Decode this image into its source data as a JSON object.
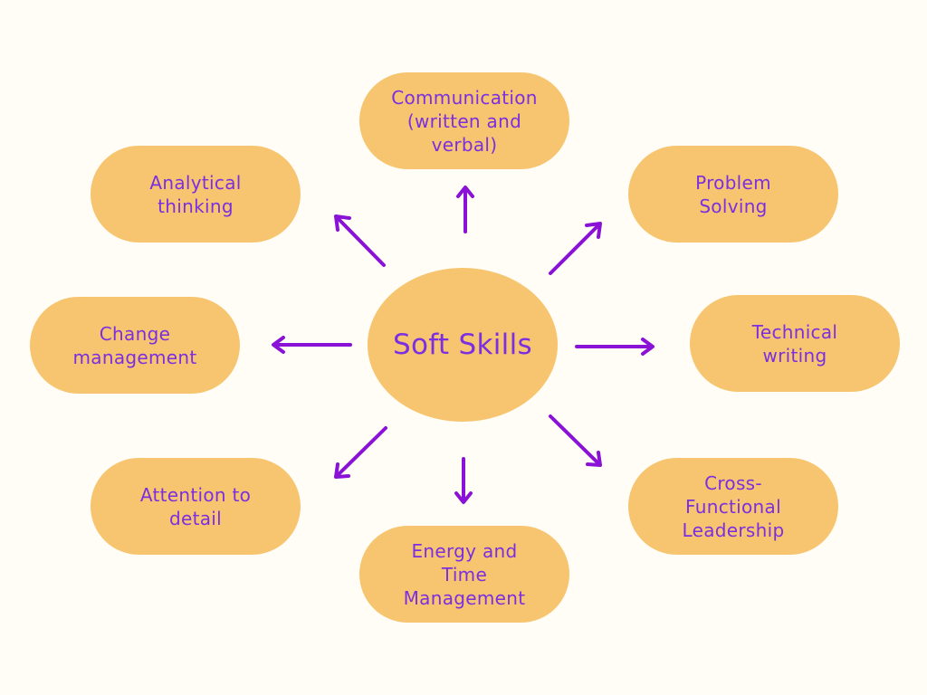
{
  "center": {
    "label": "Soft Skills"
  },
  "skills": [
    {
      "id": "communication",
      "label": "Communication\n(written and\nverbal)"
    },
    {
      "id": "problem-solving",
      "label": "Problem\nSolving"
    },
    {
      "id": "technical-writing",
      "label": "Technical\nwriting"
    },
    {
      "id": "cross-functional-leadership",
      "label": "Cross-\nFunctional\nLeadership"
    },
    {
      "id": "energy-time-management",
      "label": "Energy and\nTime\nManagement"
    },
    {
      "id": "attention-to-detail",
      "label": "Attention to\ndetail"
    },
    {
      "id": "change-management",
      "label": "Change\nmanagement"
    },
    {
      "id": "analytical-thinking",
      "label": "Analytical\nthinking"
    }
  ],
  "colors": {
    "background": "#fffdf5",
    "node_fill": "#f7c56f",
    "text": "#7b2fe0",
    "arrow": "#8a12d6"
  }
}
